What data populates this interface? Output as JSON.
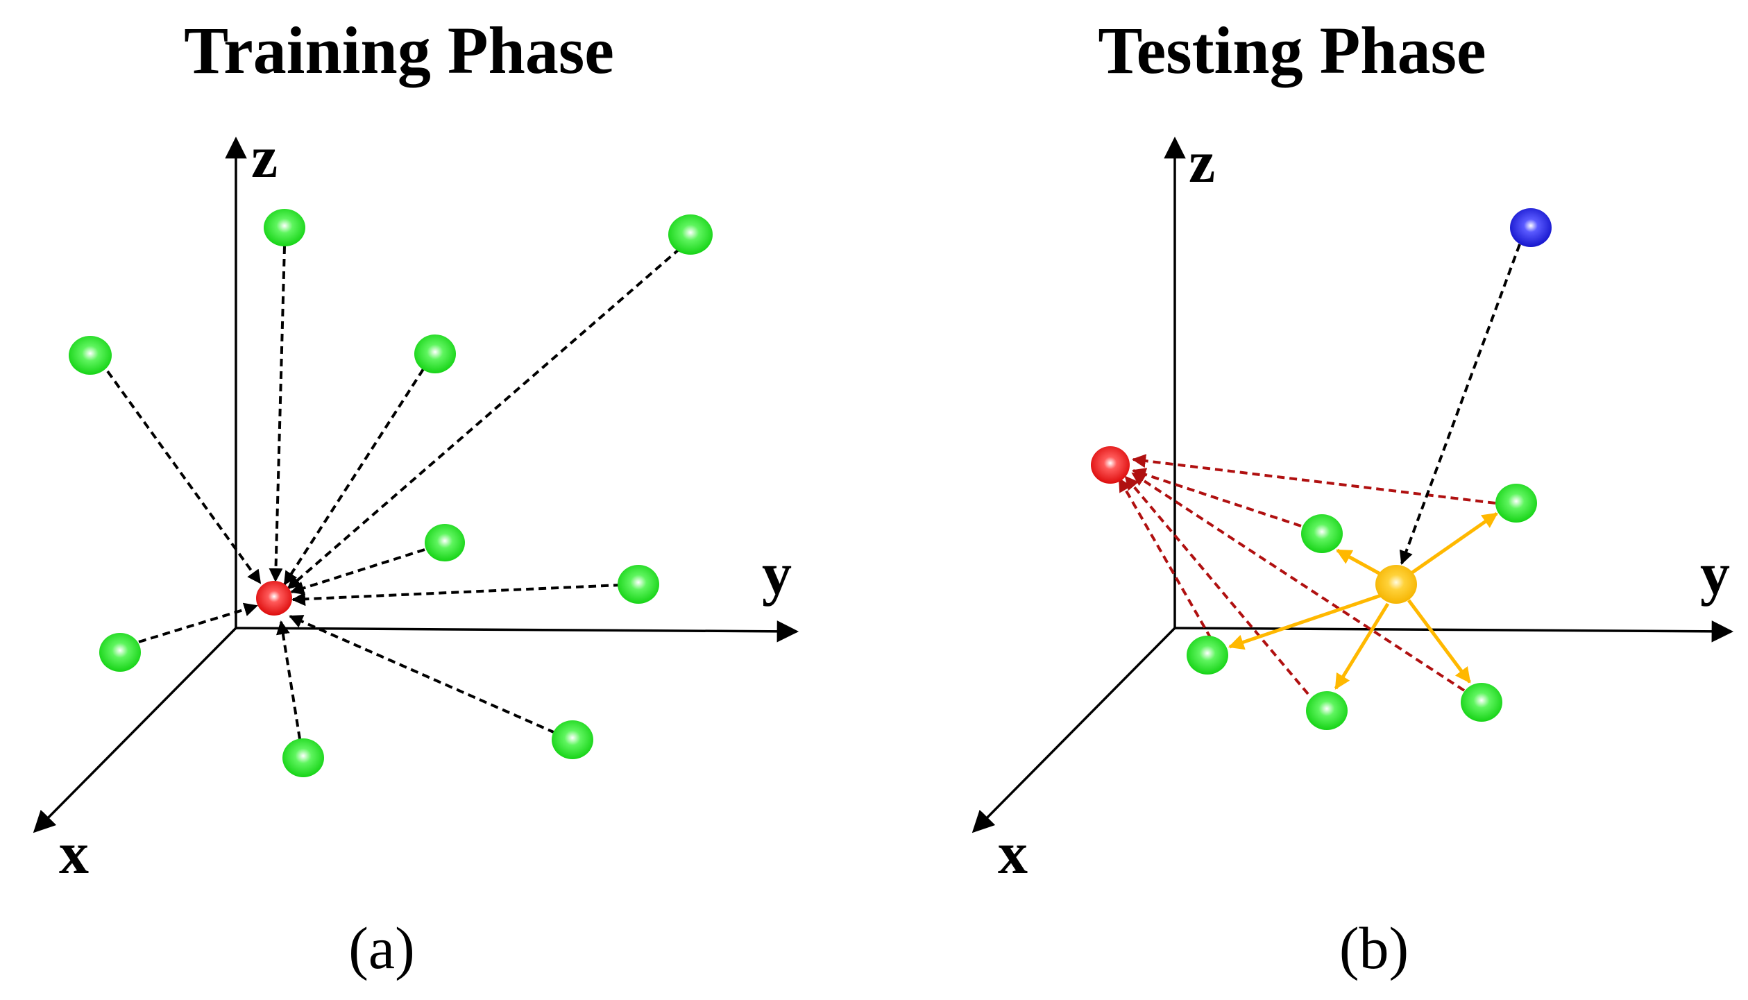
{
  "panel_a": {
    "title": "Training Phase",
    "caption": "(a)",
    "axes": {
      "x": "x",
      "y": "y",
      "z": "z"
    }
  },
  "panel_b": {
    "title": "Testing Phase",
    "caption": "(b)",
    "axes": {
      "x": "x",
      "y": "y",
      "z": "z"
    }
  },
  "colors": {
    "green_node": "#22e622",
    "red_node": "#ee1111",
    "blue_node": "#2222dd",
    "orange_node": "#ffc000",
    "black_dashed_arrow": "#000000",
    "red_dashed_arrow": "#b01010",
    "orange_arrow": "#ffb800"
  }
}
